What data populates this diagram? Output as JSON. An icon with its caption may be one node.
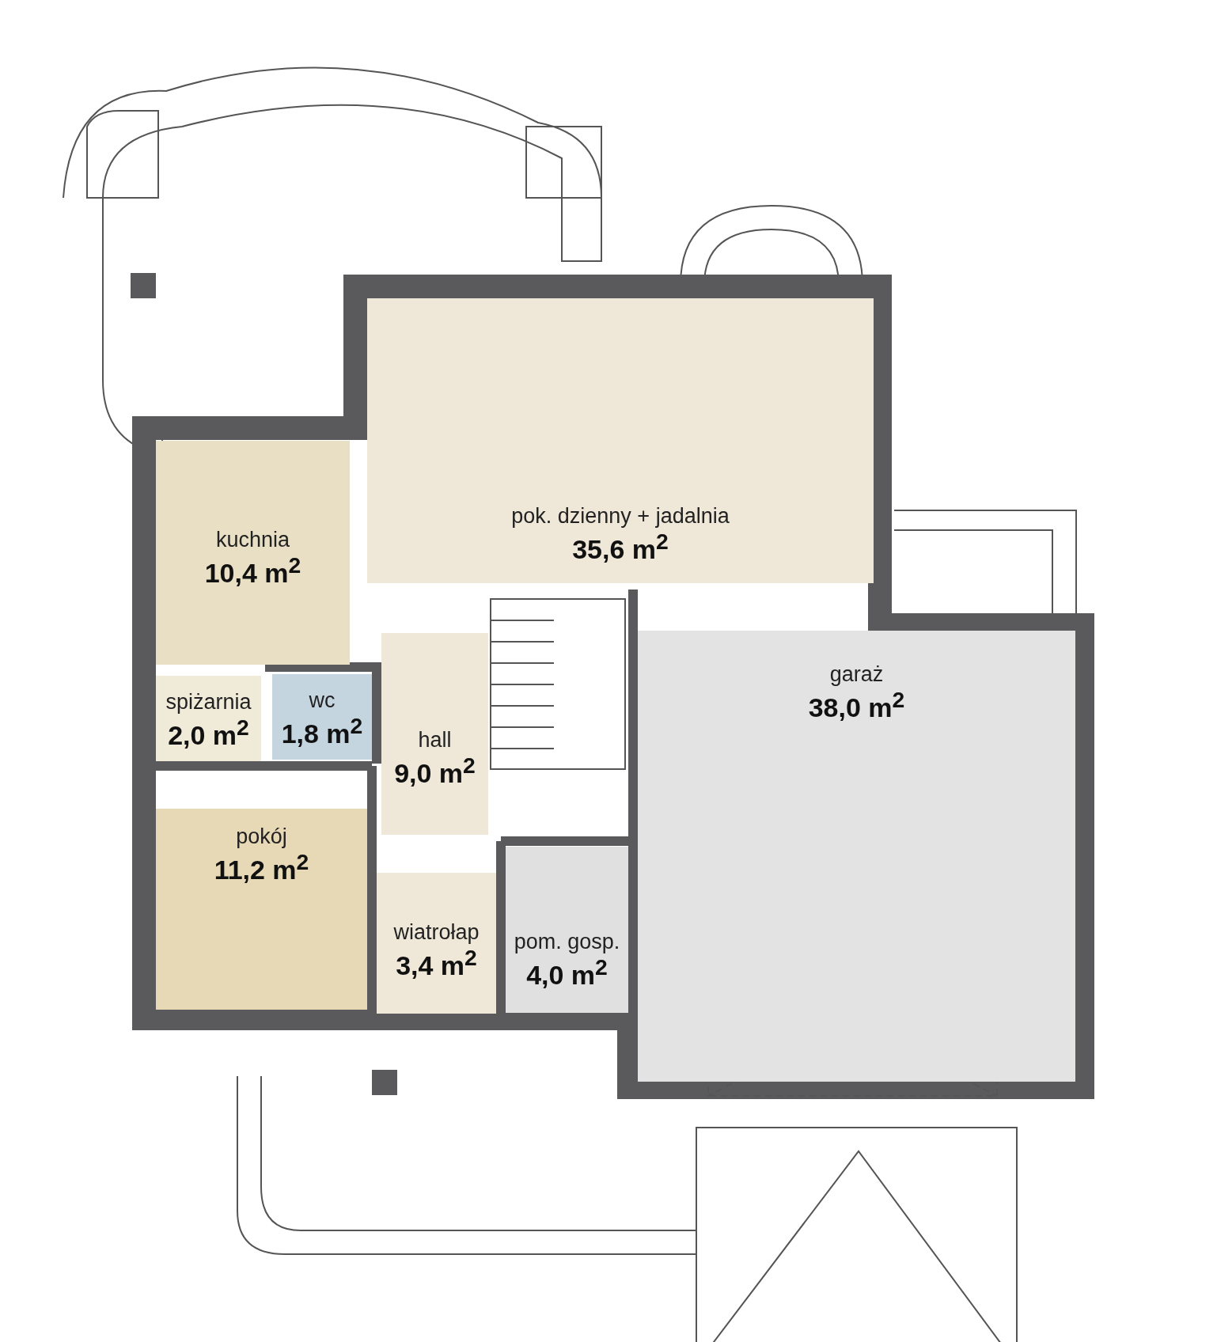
{
  "diagram": {
    "nodes": [
      {
        "text": [
          "pok. dzienny + jadalnia",
          "35,6 m$^{2}$"
        ]
      },
      {
        "text": [
          "kuchnia",
          "10,4 m$^{2}$"
        ]
      },
      {
        "text": [
          "spiżarnia",
          "2,0 m$^{2}$"
        ]
      },
      {
        "text": [
          "wc",
          "1,8 m$^{2}$"
        ]
      },
      {
        "text": [
          "hall",
          "9,0 m$^{2}$"
        ]
      },
      {
        "text": [
          "pokój",
          "11,2 m$^{2}$"
        ]
      },
      {
        "text": [
          "wiatrołap",
          "3,4 m$^{2}$"
        ]
      },
      {
        "text": [
          "pom. gosp.",
          "4,0 m$^{2}$"
        ]
      },
      {
        "text": [
          "garaż",
          "38,0 m$^{2}$"
        ]
      }
    ]
  }
}
